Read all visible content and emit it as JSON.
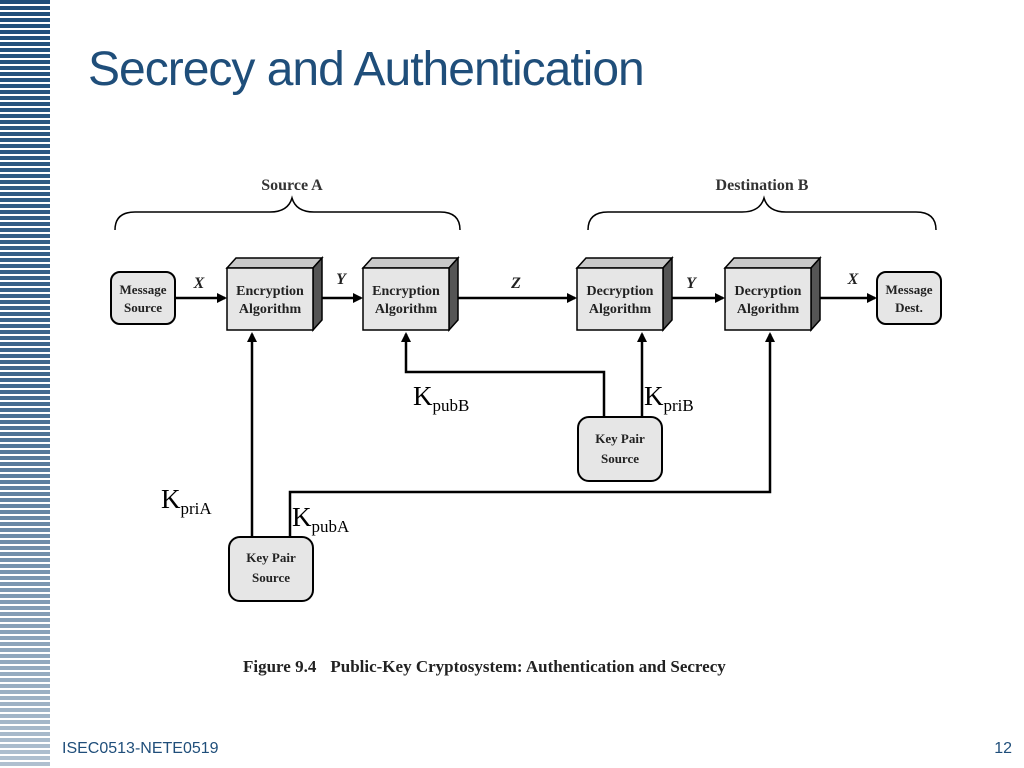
{
  "slide": {
    "title": "Secrecy and Authentication",
    "footer_left": "ISEC0513-NETE0519",
    "page_number": "12"
  },
  "diagram": {
    "groups": {
      "source": "Source A",
      "destination": "Destination B"
    },
    "nodes": {
      "message_source": [
        "Message",
        "Source"
      ],
      "encryption_1": [
        "Encryption",
        "Algorithm"
      ],
      "encryption_2": [
        "Encryption",
        "Algorithm"
      ],
      "decryption_1": [
        "Decryption",
        "Algorithm"
      ],
      "decryption_2": [
        "Decryption",
        "Algorithm"
      ],
      "message_dest": [
        "Message",
        "Dest."
      ],
      "key_pair_source_b": [
        "Key Pair",
        "Source"
      ],
      "key_pair_source_a": [
        "Key Pair",
        "Source"
      ]
    },
    "flow_labels": {
      "x1": "X",
      "y1": "Y",
      "z": "Z",
      "y2": "Y",
      "x2": "X"
    },
    "keys": {
      "pub_b": {
        "main": "K",
        "sub": "pubB"
      },
      "pri_b": {
        "main": "K",
        "sub": "priB"
      },
      "pri_a": {
        "main": "K",
        "sub": "priA"
      },
      "pub_a": {
        "main": "K",
        "sub": "pubA"
      }
    },
    "caption": {
      "figure": "Figure 9.4",
      "text": "Public-Key Cryptosystem: Authentication and Secrecy"
    }
  }
}
